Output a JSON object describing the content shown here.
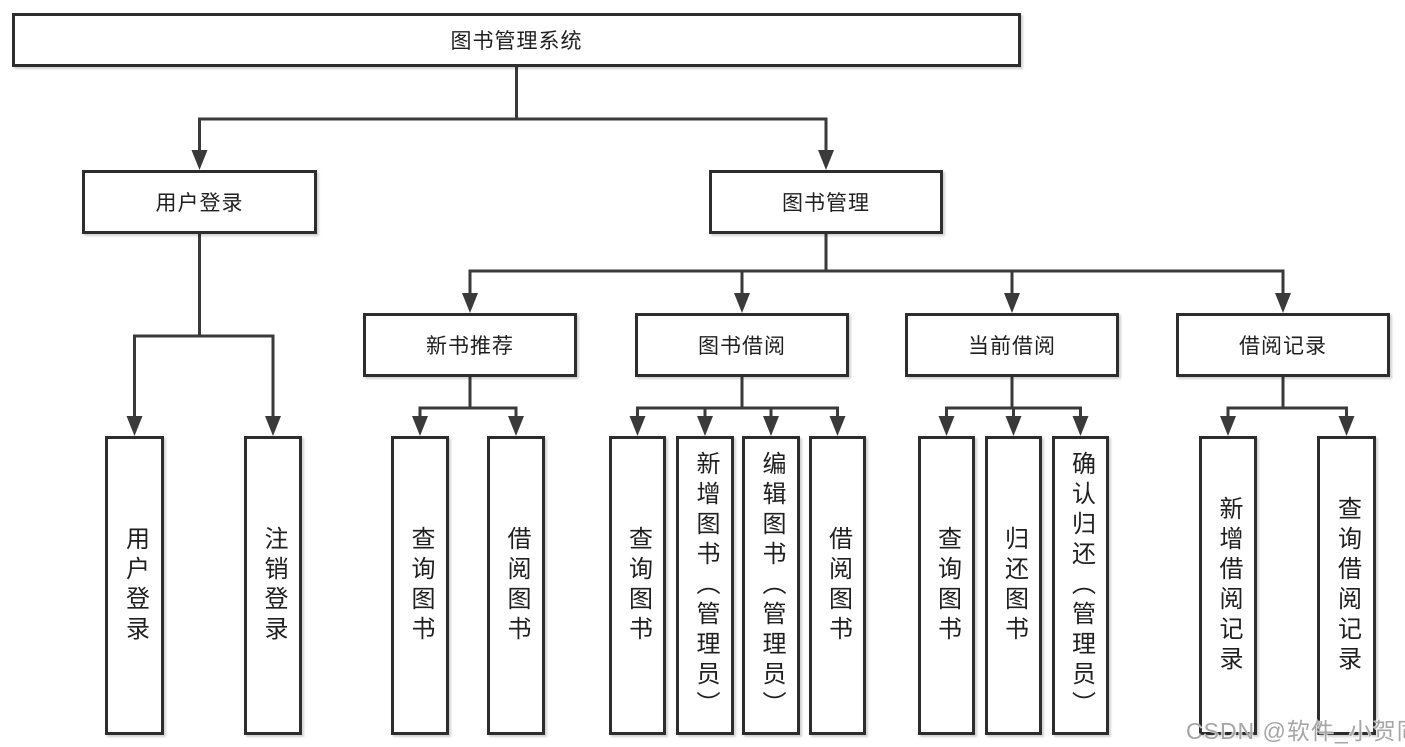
{
  "diagram": {
    "nodes": [
      {
        "id": "root",
        "label": "图书管理系统",
        "parent": null,
        "orientation": "h"
      },
      {
        "id": "login",
        "label": "用户登录",
        "parent": "root",
        "orientation": "h"
      },
      {
        "id": "book-mgmt",
        "label": "图书管理",
        "parent": "root",
        "orientation": "h"
      },
      {
        "id": "user-login",
        "label": "用户登录",
        "parent": "login",
        "orientation": "v"
      },
      {
        "id": "logout",
        "label": "注销登录",
        "parent": "login",
        "orientation": "v"
      },
      {
        "id": "new-books",
        "label": "新书推荐",
        "parent": "book-mgmt",
        "orientation": "h"
      },
      {
        "id": "book-borrow",
        "label": "图书借阅",
        "parent": "book-mgmt",
        "orientation": "h"
      },
      {
        "id": "current-borrow",
        "label": "当前借阅",
        "parent": "book-mgmt",
        "orientation": "h"
      },
      {
        "id": "borrow-records",
        "label": "借阅记录",
        "parent": "book-mgmt",
        "orientation": "h"
      },
      {
        "id": "nb-query",
        "label": "查询图书",
        "parent": "new-books",
        "orientation": "v"
      },
      {
        "id": "nb-borrow",
        "label": "借阅图书",
        "parent": "new-books",
        "orientation": "v"
      },
      {
        "id": "bb-query",
        "label": "查询图书",
        "parent": "book-borrow",
        "orientation": "v"
      },
      {
        "id": "bb-add",
        "label": "新增图书（管理员）",
        "parent": "book-borrow",
        "orientation": "v"
      },
      {
        "id": "bb-edit",
        "label": "编辑图书（管理员）",
        "parent": "book-borrow",
        "orientation": "v"
      },
      {
        "id": "bb-borrow",
        "label": "借阅图书",
        "parent": "book-borrow",
        "orientation": "v"
      },
      {
        "id": "cb-query",
        "label": "查询图书",
        "parent": "current-borrow",
        "orientation": "v"
      },
      {
        "id": "cb-return",
        "label": "归还图书",
        "parent": "current-borrow",
        "orientation": "v"
      },
      {
        "id": "cb-confirm",
        "label": "确认归还（管理员）",
        "parent": "current-borrow",
        "orientation": "v"
      },
      {
        "id": "br-add",
        "label": "新增借阅记录",
        "parent": "borrow-records",
        "orientation": "v"
      },
      {
        "id": "br-query",
        "label": "查询借阅记录",
        "parent": "borrow-records",
        "orientation": "v"
      }
    ],
    "line_color": "#3a3a3a",
    "box_border_color": "#2d2d2d",
    "text_color": "#1f1f1f"
  },
  "watermark": {
    "text": "CSDN @软件_小贺同学",
    "color": "#a6a6a6"
  }
}
